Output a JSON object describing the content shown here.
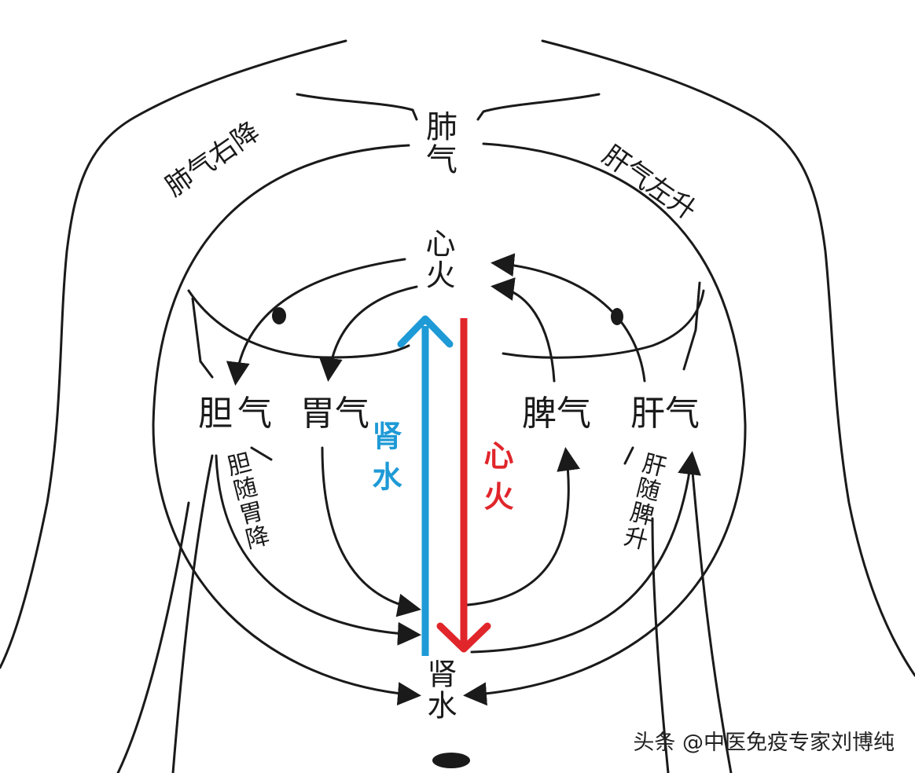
{
  "organs": {
    "lung": "肺气",
    "heart": "心火",
    "kidney": "肾水",
    "gallbladder": "胆气",
    "stomach": "胃气",
    "spleen": "脾气",
    "liver": "肝气"
  },
  "flows": {
    "lung_descends": "肺气右降",
    "liver_ascends": "肝气左升",
    "gallbladder_descends": "胆随胃降",
    "liver_with_spleen": "肝随脾升"
  },
  "axis": {
    "kidney_water": "肾水",
    "heart_fire": "心火"
  },
  "colors": {
    "kidney_water": "#1e9ad6",
    "heart_fire": "#e0262b",
    "ink": "#1a1a1a"
  },
  "watermark": "头条 @中医免疫专家刘博纯"
}
